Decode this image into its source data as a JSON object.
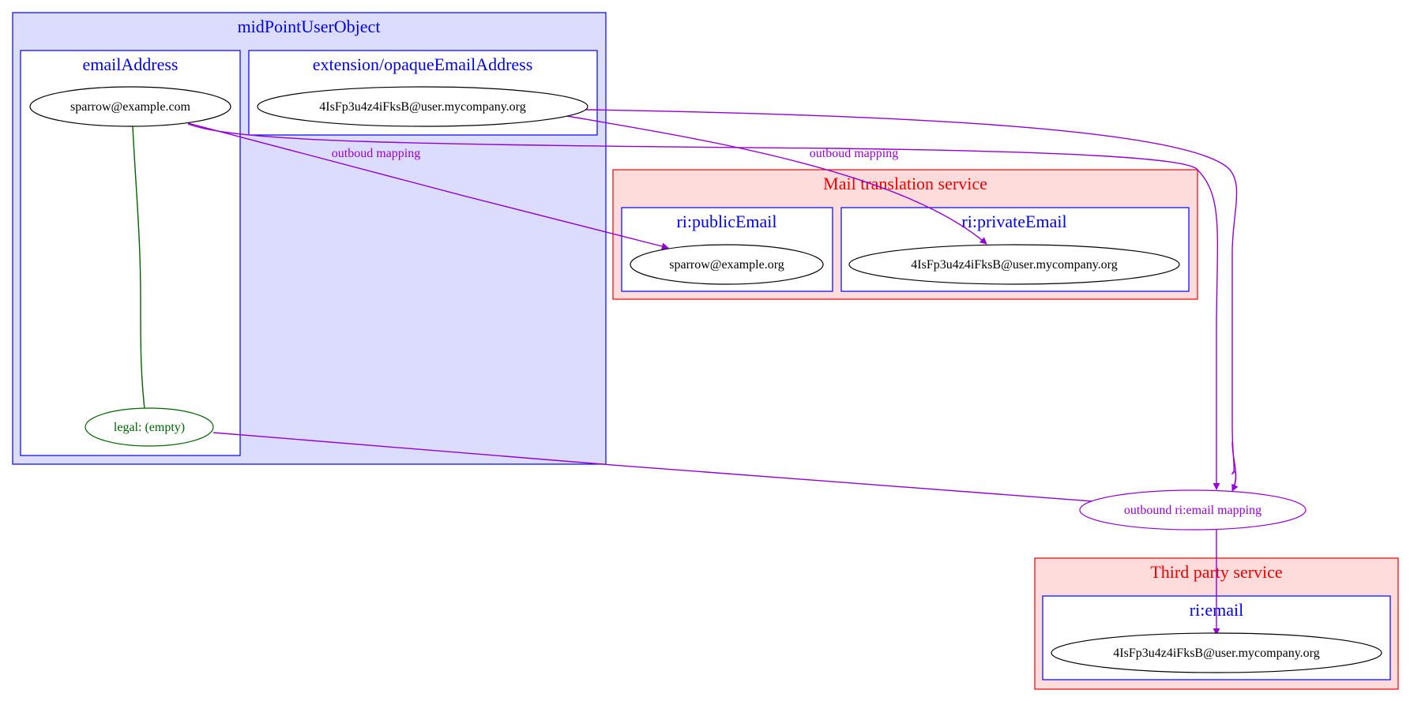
{
  "colors": {
    "blue": "#0000ee",
    "red": "#ee0000",
    "purple": "#9400d3",
    "green": "#006400",
    "black": "#000000",
    "cluster_blue_fill": "#dcdcff",
    "cluster_red_fill": "#ffdcdc"
  },
  "clusters": {
    "midpoint_user_object": {
      "title": "midPointUserObject"
    },
    "email_address": {
      "title": "emailAddress"
    },
    "opaque_email_address": {
      "title": "extension/opaqueEmailAddress"
    },
    "mail_translation_service": {
      "title": "Mail translation service"
    },
    "public_email": {
      "title": "ri:publicEmail"
    },
    "private_email": {
      "title": "ri:privateEmail"
    },
    "third_party_service": {
      "title": "Third party service"
    },
    "ri_email": {
      "title": "ri:email"
    }
  },
  "nodes": {
    "sparrow_com": "sparrow@example.com",
    "legal_empty": "legal: (empty)",
    "opaque_value": "4IsFp3u4z4iFksB@user.mycompany.org",
    "sparrow_org": "sparrow@example.org",
    "private_value": "4IsFp3u4z4iFksB@user.mycompany.org",
    "outbound_mapping": "outbound ri:email mapping",
    "third_party_value": "4IsFp3u4z4iFksB@user.mycompany.org"
  },
  "edge_labels": {
    "to_public": "outboud mapping",
    "to_private": "outboud mapping"
  }
}
